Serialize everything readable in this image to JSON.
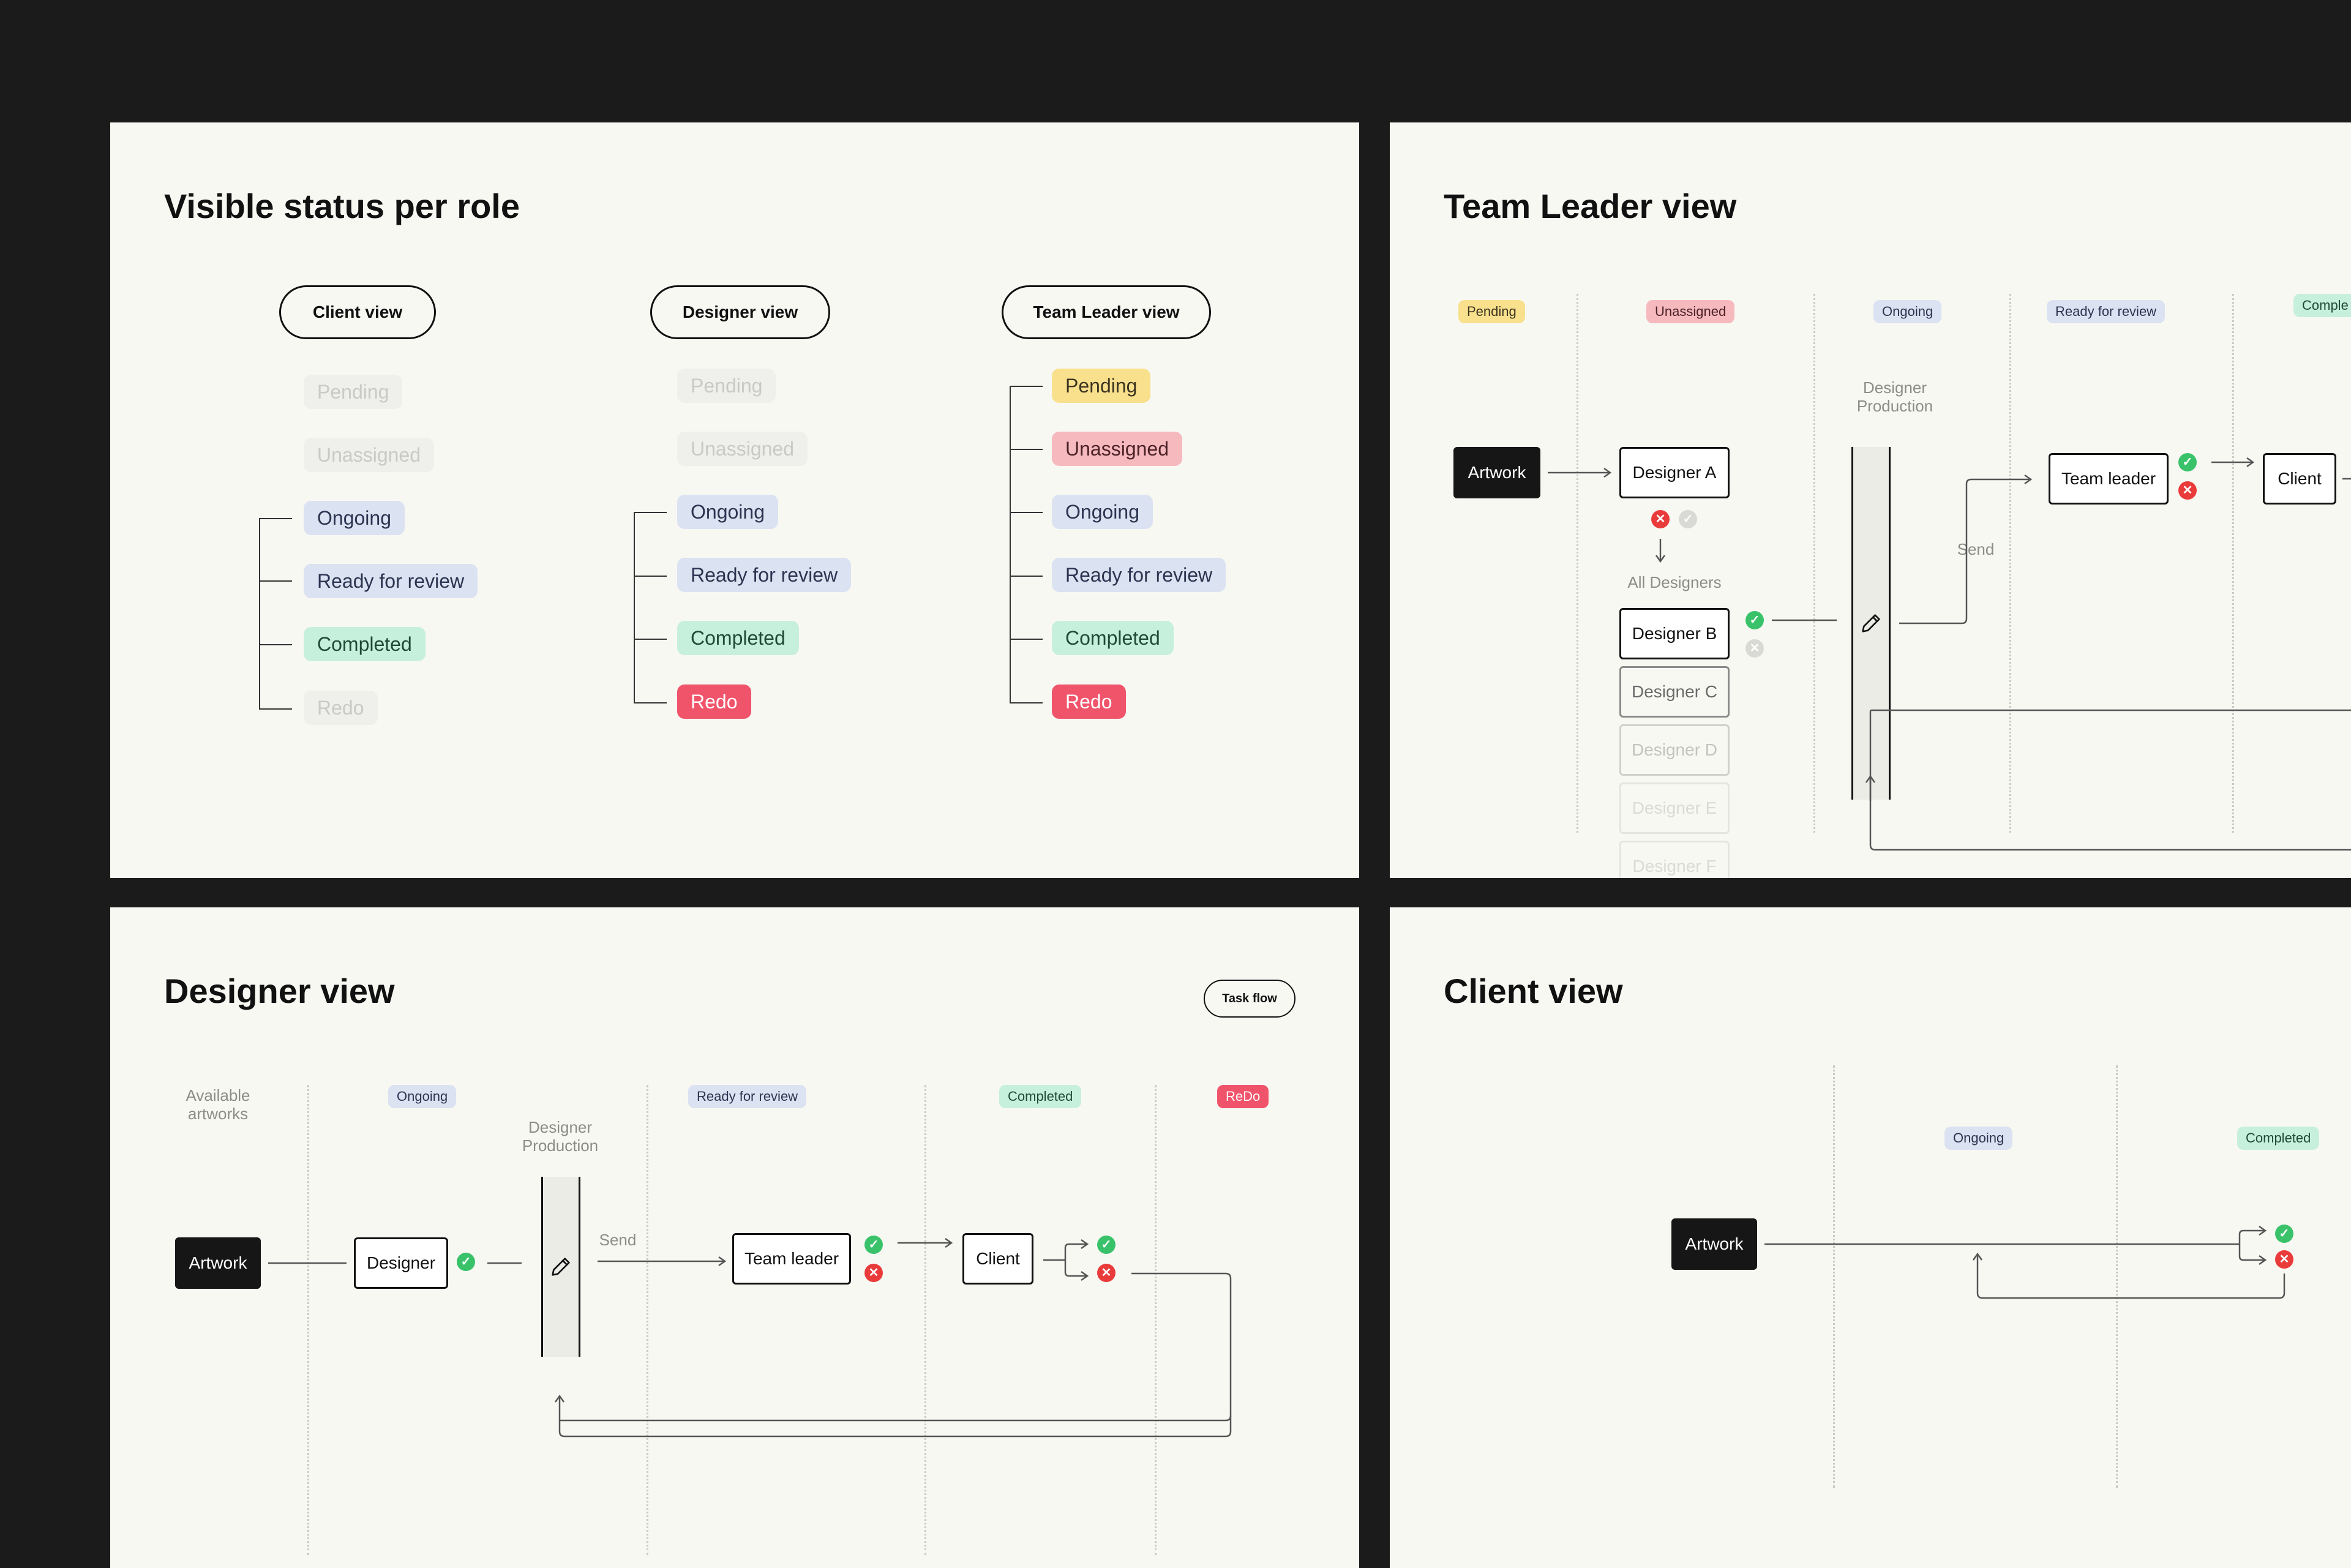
{
  "panels": {
    "status_per_role": {
      "title": "Visible status per role",
      "roles": [
        {
          "label": "Client view",
          "statuses": [
            {
              "label": "Pending",
              "state": "disabled"
            },
            {
              "label": "Unassigned",
              "state": "disabled"
            },
            {
              "label": "Ongoing",
              "state": "ongoing"
            },
            {
              "label": "Ready for review",
              "state": "review"
            },
            {
              "label": "Completed",
              "state": "completed"
            },
            {
              "label": "Redo",
              "state": "disabled"
            }
          ]
        },
        {
          "label": "Designer view",
          "statuses": [
            {
              "label": "Pending",
              "state": "disabled"
            },
            {
              "label": "Unassigned",
              "state": "disabled"
            },
            {
              "label": "Ongoing",
              "state": "ongoing"
            },
            {
              "label": "Ready for review",
              "state": "review"
            },
            {
              "label": "Completed",
              "state": "completed"
            },
            {
              "label": "Redo",
              "state": "redo"
            }
          ]
        },
        {
          "label": "Team Leader view",
          "statuses": [
            {
              "label": "Pending",
              "state": "pending"
            },
            {
              "label": "Unassigned",
              "state": "unassigned"
            },
            {
              "label": "Ongoing",
              "state": "ongoing"
            },
            {
              "label": "Ready for review",
              "state": "review"
            },
            {
              "label": "Completed",
              "state": "completed"
            },
            {
              "label": "Redo",
              "state": "redo"
            }
          ]
        }
      ]
    },
    "team_leader": {
      "title": "Team Leader view",
      "columns": [
        "Pending",
        "Unassigned",
        "Ongoing",
        "Ready for review",
        "Comple"
      ],
      "artwork": "Artwork",
      "designer_a": "Designer A",
      "all_designers": "All Designers",
      "designers": [
        "Designer B",
        "Designer C",
        "Designer D",
        "Designer E",
        "Designer F"
      ],
      "production_label": "Designer\nProduction",
      "send": "Send",
      "team_leader": "Team leader",
      "client": "Client"
    },
    "designer": {
      "title": "Designer view",
      "task_flow": "Task flow",
      "available": "Available\nartworks",
      "columns": [
        "Ongoing",
        "Ready for review",
        "Completed",
        "ReDo"
      ],
      "production_label": "Designer\nProduction",
      "artwork": "Artwork",
      "designer": "Designer",
      "send": "Send",
      "team_leader": "Team leader",
      "client": "Client"
    },
    "client": {
      "title": "Client view",
      "columns": [
        "Ongoing",
        "Completed"
      ],
      "artwork": "Artwork"
    }
  },
  "colors": {
    "background": "#1b1b1b",
    "panel": "#f8f8f3",
    "pending": "#f8e08d",
    "unassigned": "#f6b9be",
    "ongoing": "#dbe2f1",
    "completed": "#c7f0dc",
    "redo": "#f0546b",
    "approve": "#3ac26b",
    "reject": "#ea3b3b"
  },
  "icons": [
    "pencil-icon",
    "check-icon",
    "cross-icon",
    "arrow-right-icon",
    "arrow-down-icon",
    "arrow-up-icon"
  ]
}
